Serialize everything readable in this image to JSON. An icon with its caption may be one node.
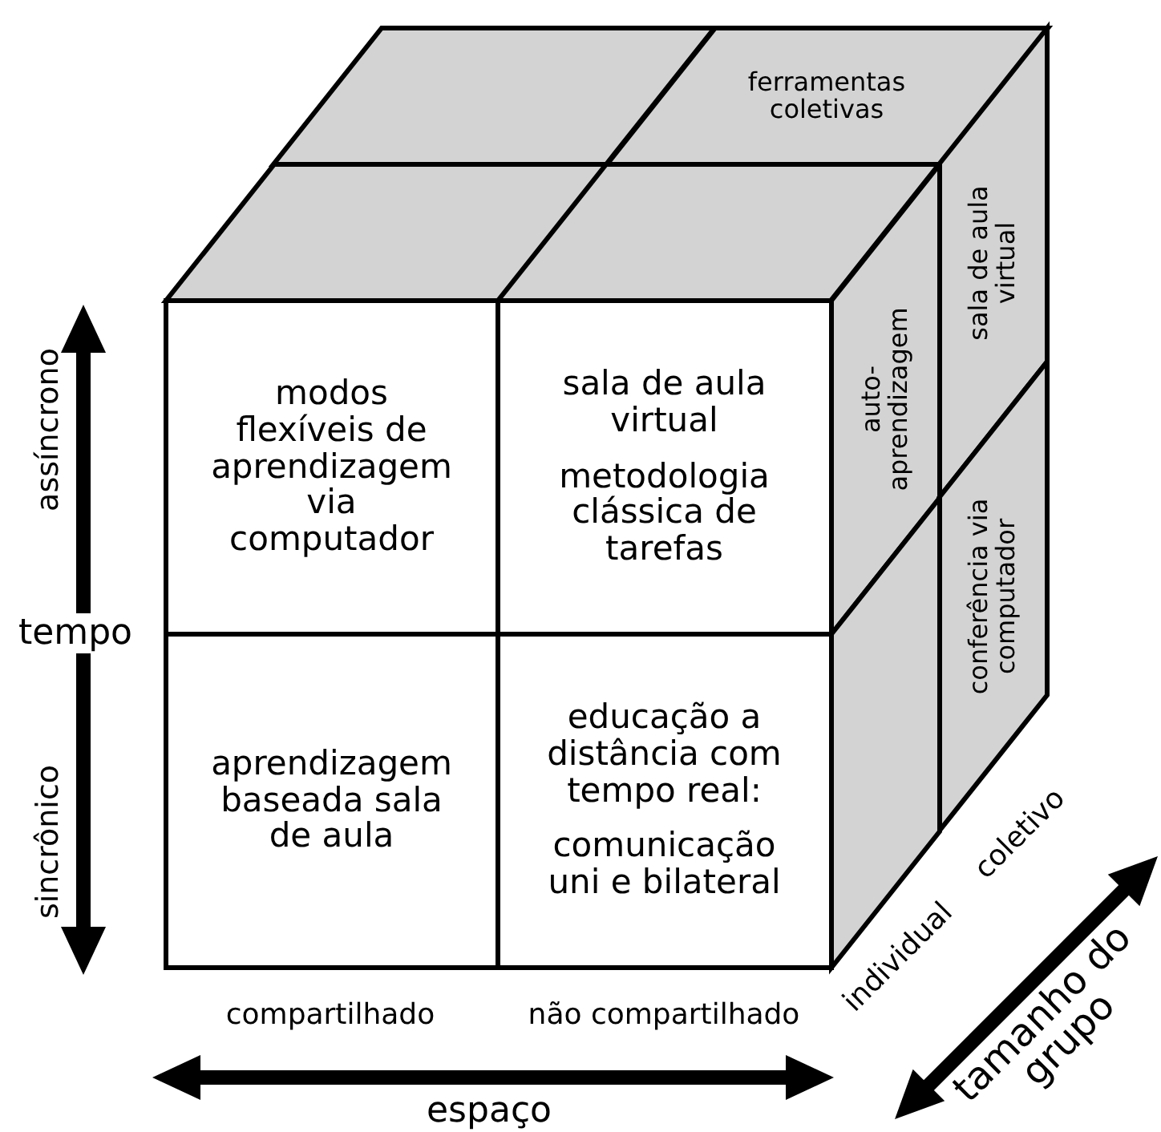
{
  "diagram": {
    "nodes": [
      {
        "text": [],
        "shape": "box"
      },
      {
        "text": [
          "ferramentas coletivas"
        ]
      },
      {
        "text": [],
        "shape": "box"
      },
      {
        "text": [],
        "shape": "box"
      },
      {
        "text": [
          "sala de aula virtual"
        ]
      },
      {
        "text": [
          "auto-aprendizagem"
        ]
      },
      {
        "text": [
          "conferência via computador"
        ]
      },
      {
        "text": [],
        "shape": "box"
      },
      {
        "text": [
          "modos flexíveis de aprendizagem via computador"
        ]
      },
      {
        "text": [
          "sala de aula virtual",
          "metodologia clássica de tarefas"
        ]
      },
      {
        "text": [
          "aprendizagem baseada sala de aula"
        ]
      },
      {
        "text": [
          "educação a distância com tempo real:",
          "comunicação uni e bilateral"
        ]
      }
    ],
    "edges": [],
    "labels": [
      "assíncrono",
      "tempo",
      "sincrônico",
      "coletivo",
      "individual",
      "tamanho do grupo",
      "compartilhado",
      "não compartilhado",
      "espaço"
    ]
  }
}
